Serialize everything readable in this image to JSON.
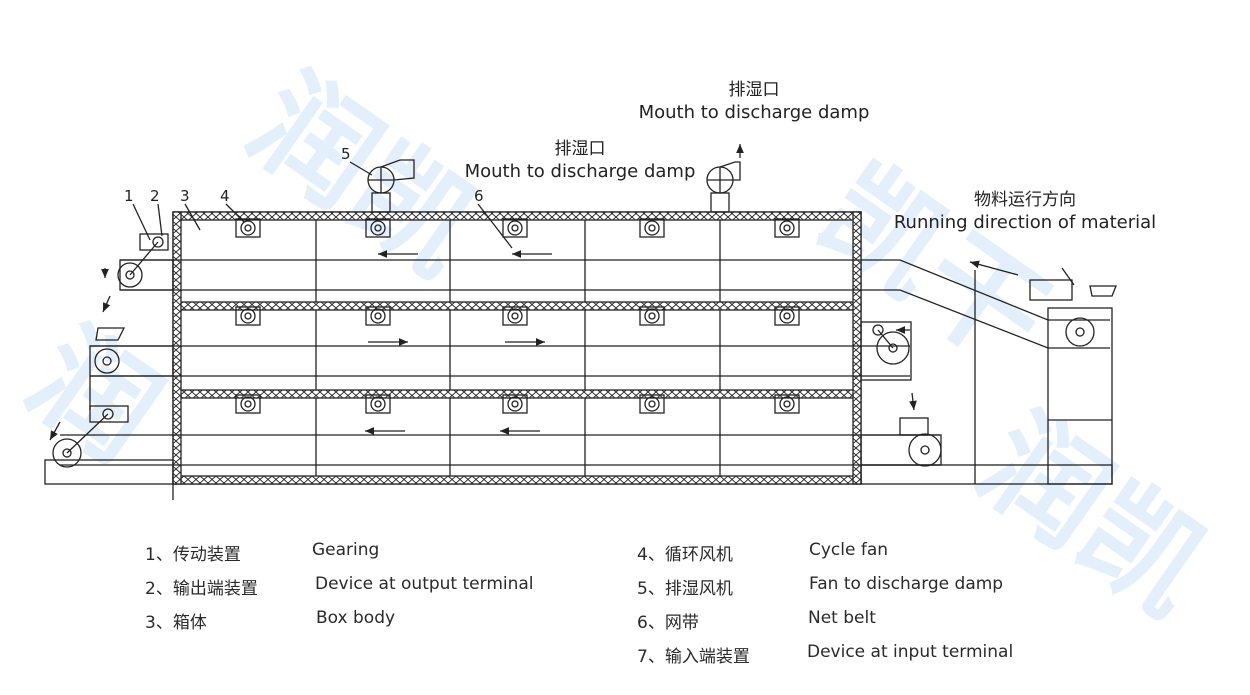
{
  "annotations": {
    "exhaust_right": {
      "cn": "排湿口",
      "en": "Mouth to discharge damp"
    },
    "exhaust_left": {
      "cn": "排湿口",
      "en": "Mouth to discharge damp"
    },
    "running_direction": {
      "cn": "物料运行方向",
      "en": "Running direction of material"
    }
  },
  "callouts": [
    "1",
    "2",
    "3",
    "4",
    "5",
    "6"
  ],
  "legend": [
    {
      "cn": "1、传动装置",
      "en": "Gearing"
    },
    {
      "cn": "2、输出端装置",
      "en": "Device at output terminal"
    },
    {
      "cn": "3、箱体",
      "en": "Box body"
    },
    {
      "cn": "4、循环风机",
      "en": "Cycle fan"
    },
    {
      "cn": "5、排湿风机",
      "en": "Fan to discharge damp"
    },
    {
      "cn": "6、网带",
      "en": "Net belt"
    },
    {
      "cn": "7、输入端装置",
      "en": "Device at input terminal"
    }
  ],
  "watermark": "润凯干燥",
  "colors": {
    "line": "#222222",
    "watermark": "#9cc8ee",
    "background": "#ffffff"
  }
}
